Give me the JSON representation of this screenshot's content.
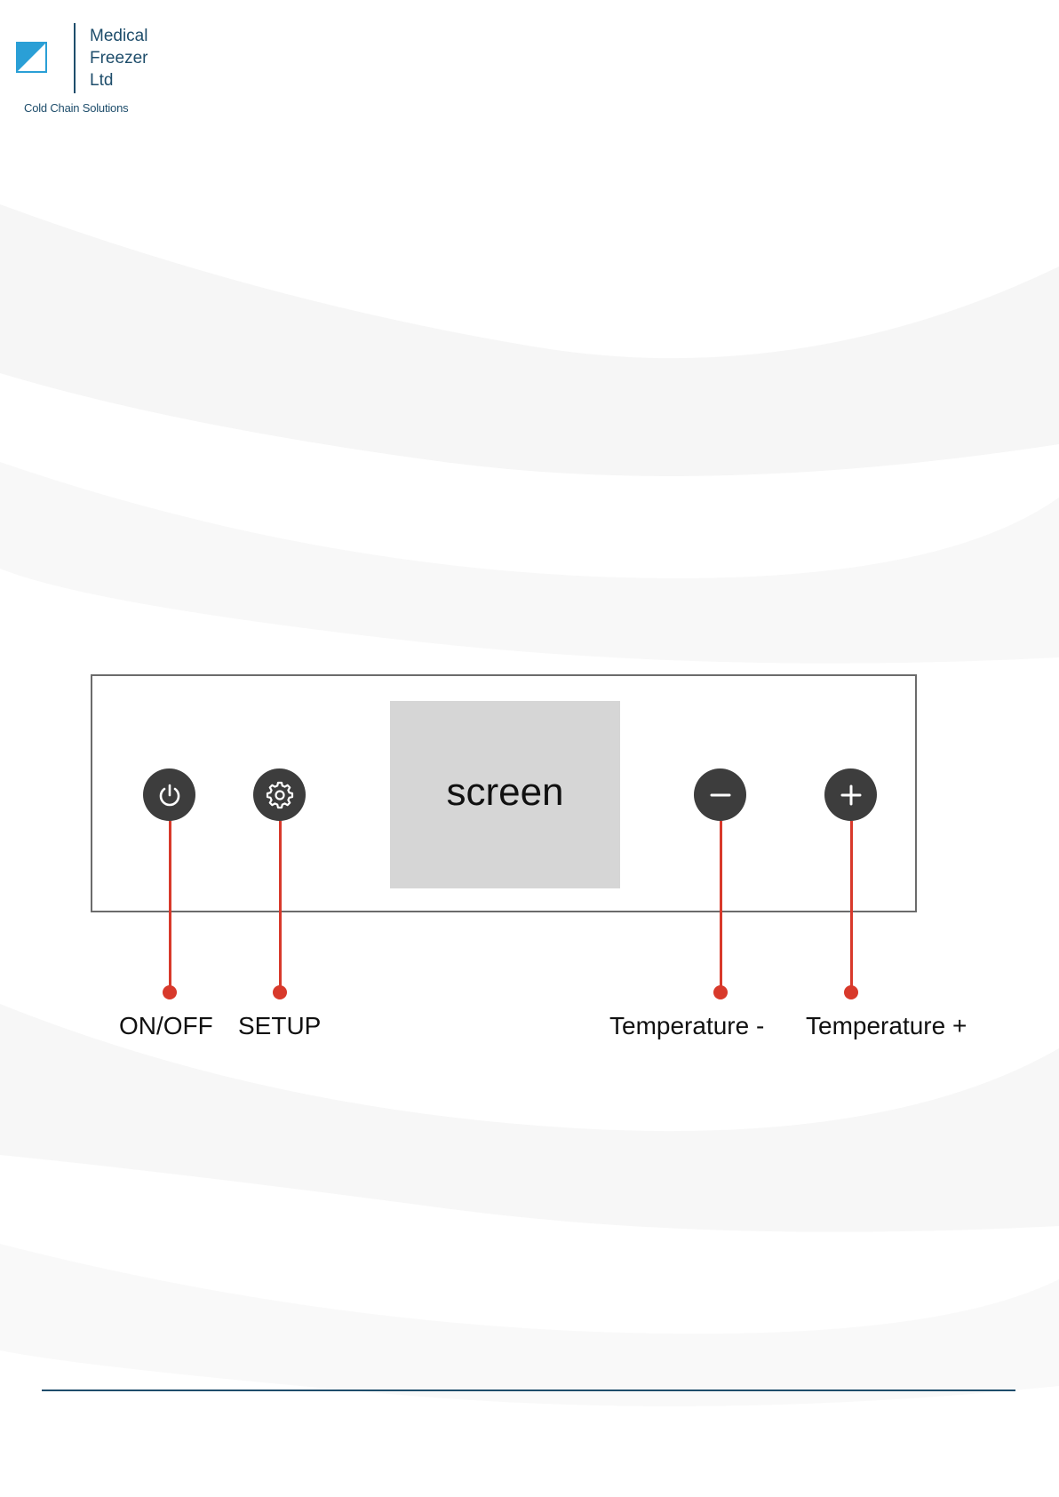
{
  "logo": {
    "line1": "Medical",
    "line2": "Freezer",
    "line3": "Ltd",
    "tagline": "Cold Chain Solutions",
    "brand_color": "#1e4d6b",
    "accent_color": "#2a9fd6"
  },
  "panel": {
    "screen_label": "screen",
    "buttons": [
      {
        "id": "power",
        "icon": "power-icon",
        "caption": "ON/OFF"
      },
      {
        "id": "setup",
        "icon": "gear-icon",
        "caption": "SETUP"
      },
      {
        "id": "temp-minus",
        "icon": "minus-icon",
        "caption": "Temperature -"
      },
      {
        "id": "temp-plus",
        "icon": "plus-icon",
        "caption": "Temperature +"
      }
    ],
    "button_color": "#3d3d3d",
    "leader_color": "#d8392b",
    "screen_color": "#d6d6d6"
  }
}
